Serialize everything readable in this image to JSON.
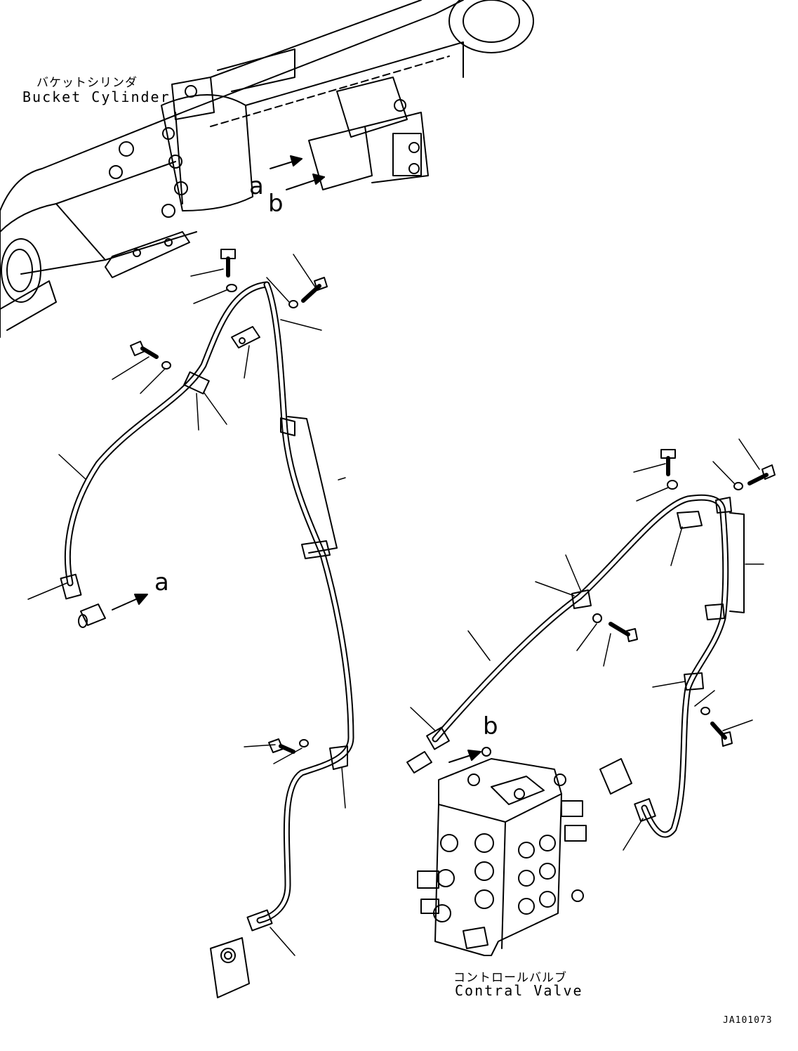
{
  "labels": {
    "bucket_cylinder_jp": "バケットシリンダ",
    "bucket_cylinder_en": "Bucket Cylinder",
    "control_valve_jp": "コントロールバルブ",
    "control_valve_en": "Contral Valve"
  },
  "refs": {
    "a_top": "a",
    "b_top": "b",
    "a_left": "a",
    "b_right": "b"
  },
  "doc_id": "JA101073"
}
